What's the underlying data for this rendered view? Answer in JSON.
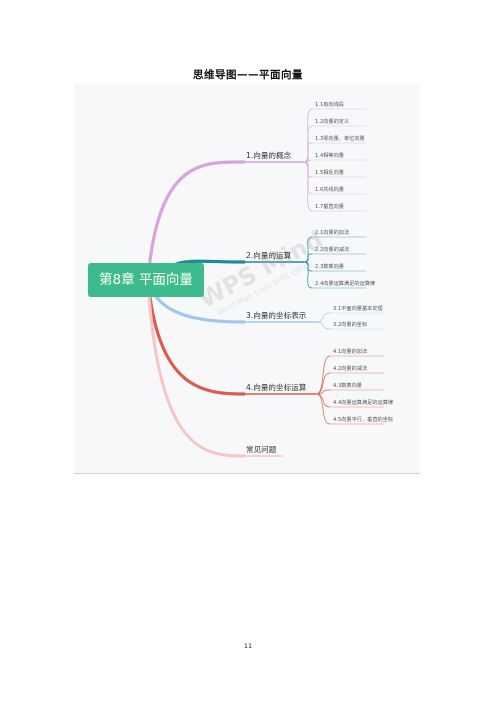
{
  "title": "思维导图——平面向量",
  "root": {
    "label": "第8章 平面向量",
    "color": "#3dbb8c"
  },
  "branches": [
    {
      "label": "1.向量的概念",
      "color": "#d6a4de",
      "leaves": [
        "1.1有向线段",
        "1.2向量的定义",
        "1.3零向量、单位向量",
        "1.4相等向量",
        "1.5相反向量",
        "1.6共线向量",
        "1.7垂直向量"
      ]
    },
    {
      "label": "2.向量的运算",
      "color": "#1e8a9c",
      "leaves": [
        "2.1向量的加法",
        "2.2向量的减法",
        "2.3数乘向量",
        "2.4向量运算满足的运算律"
      ]
    },
    {
      "label": "3.向量的坐标表示",
      "color": "#9ec8ef",
      "leaves": [
        "3.1平面向量基本定理",
        "3.2向量的坐标"
      ]
    },
    {
      "label": "4.向量的坐标运算",
      "color": "#de5a4c",
      "leaves": [
        "4.1向量的加法",
        "4.2向量的减法",
        "4.3数乘向量",
        "4.4向量运算满足的运算律",
        "4.5向量平行、垂直的坐标"
      ]
    },
    {
      "label": "常见问题",
      "color": "#f4c6c4",
      "leaves": []
    }
  ],
  "watermark": {
    "main": "WPS Mind",
    "sub": "Mind Map from WPS Office"
  },
  "page_number": "11"
}
